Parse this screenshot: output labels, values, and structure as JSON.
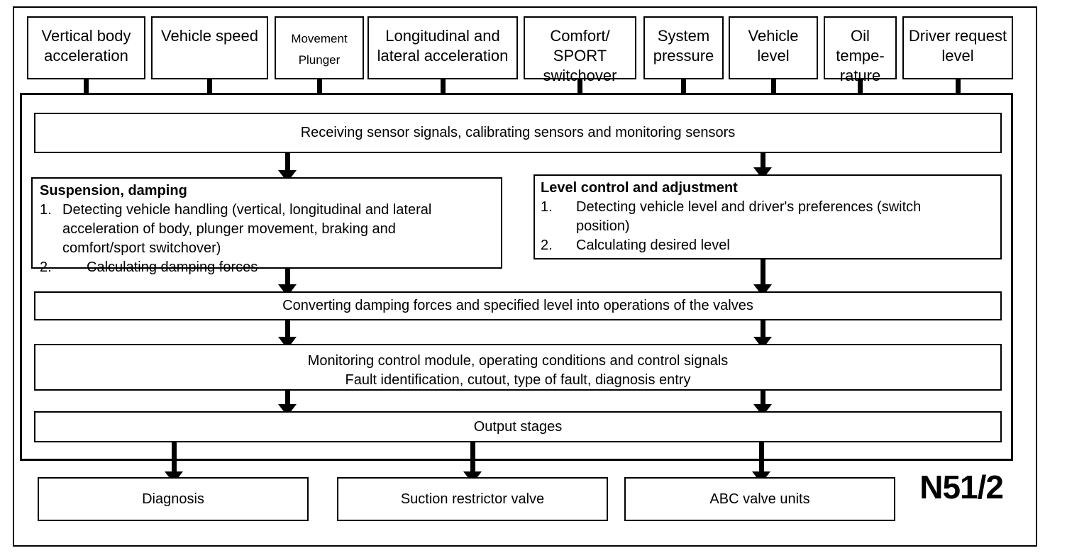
{
  "module": {
    "label": "N51/2"
  },
  "inputs": [
    {
      "label": "Vertical body\nacceleration"
    },
    {
      "label": "Vehicle speed"
    },
    {
      "label": "Movement\nPlunger"
    },
    {
      "label": "Longitudinal and\nlateral acceleration"
    },
    {
      "label": "Comfort/\nSPORT\nswitchover"
    },
    {
      "label": "System\npressure"
    },
    {
      "label": "Vehicle\nlevel"
    },
    {
      "label": "Oil\ntempe-\nrature"
    },
    {
      "label": "Driver request\nlevel"
    }
  ],
  "stages": {
    "receiving": "Receiving sensor signals, calibrating sensors and monitoring sensors",
    "suspension": {
      "title": "Suspension, damping",
      "items": [
        {
          "num": "1.",
          "text": "Detecting vehicle handling (vertical, longitudinal and lateral\nacceleration of body, plunger movement, braking and\ncomfort/sport switchover)"
        },
        {
          "num": "2.",
          "text": "Calculating damping forces"
        }
      ]
    },
    "level_control": {
      "title": "Level control and adjustment",
      "items": [
        {
          "num": "1.",
          "text": "Detecting vehicle level and driver's preferences (switch\nposition)"
        },
        {
          "num": "2.",
          "text": "Calculating desired level"
        }
      ]
    },
    "converting": "Converting damping forces and specified level into operations of the valves",
    "monitoring": "Monitoring control module, operating conditions and control signals\nFault identification, cutout, type of fault, diagnosis entry",
    "output_stages": "Output stages"
  },
  "outputs": [
    {
      "label": "Diagnosis"
    },
    {
      "label": "Suction restrictor valve"
    },
    {
      "label": "ABC valve units"
    }
  ]
}
